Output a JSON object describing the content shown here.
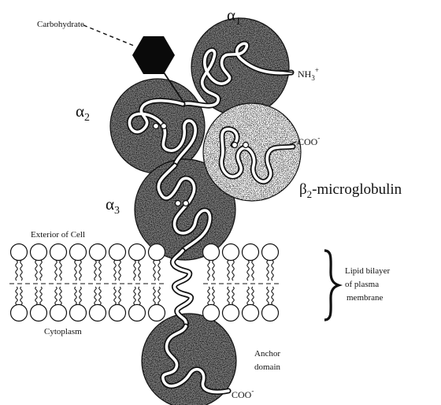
{
  "labels": {
    "carbohydrate": "Carbohydrate",
    "alpha1": "α",
    "alpha1_sub": "1",
    "alpha2": "α",
    "alpha2_sub": "2",
    "alpha3": "α",
    "alpha3_sub": "3",
    "beta2_micro_prefix": "β",
    "beta2_micro_sub": "2",
    "beta2_micro_suffix": "-microglobulin",
    "nh3": "NH",
    "nh3_sub": "3",
    "nh3_sup": "+",
    "coo_top": "COO",
    "coo_top_sup": "-",
    "coo_bottom": "COO",
    "coo_bottom_sup": "-",
    "exterior": "Exterior of Cell",
    "cytoplasm": "Cytoplasm",
    "lipid_line1": "Lipid bilayer",
    "lipid_line2": "of plasma",
    "lipid_line3": "membrane",
    "anchor_line1": "Anchor",
    "anchor_line2": "domain"
  },
  "colors": {
    "ink": "#111111",
    "domain_fill": "#8a8a8a",
    "beta_fill": "#f4f4f4",
    "carbohydrate": "#0a0a0a"
  }
}
